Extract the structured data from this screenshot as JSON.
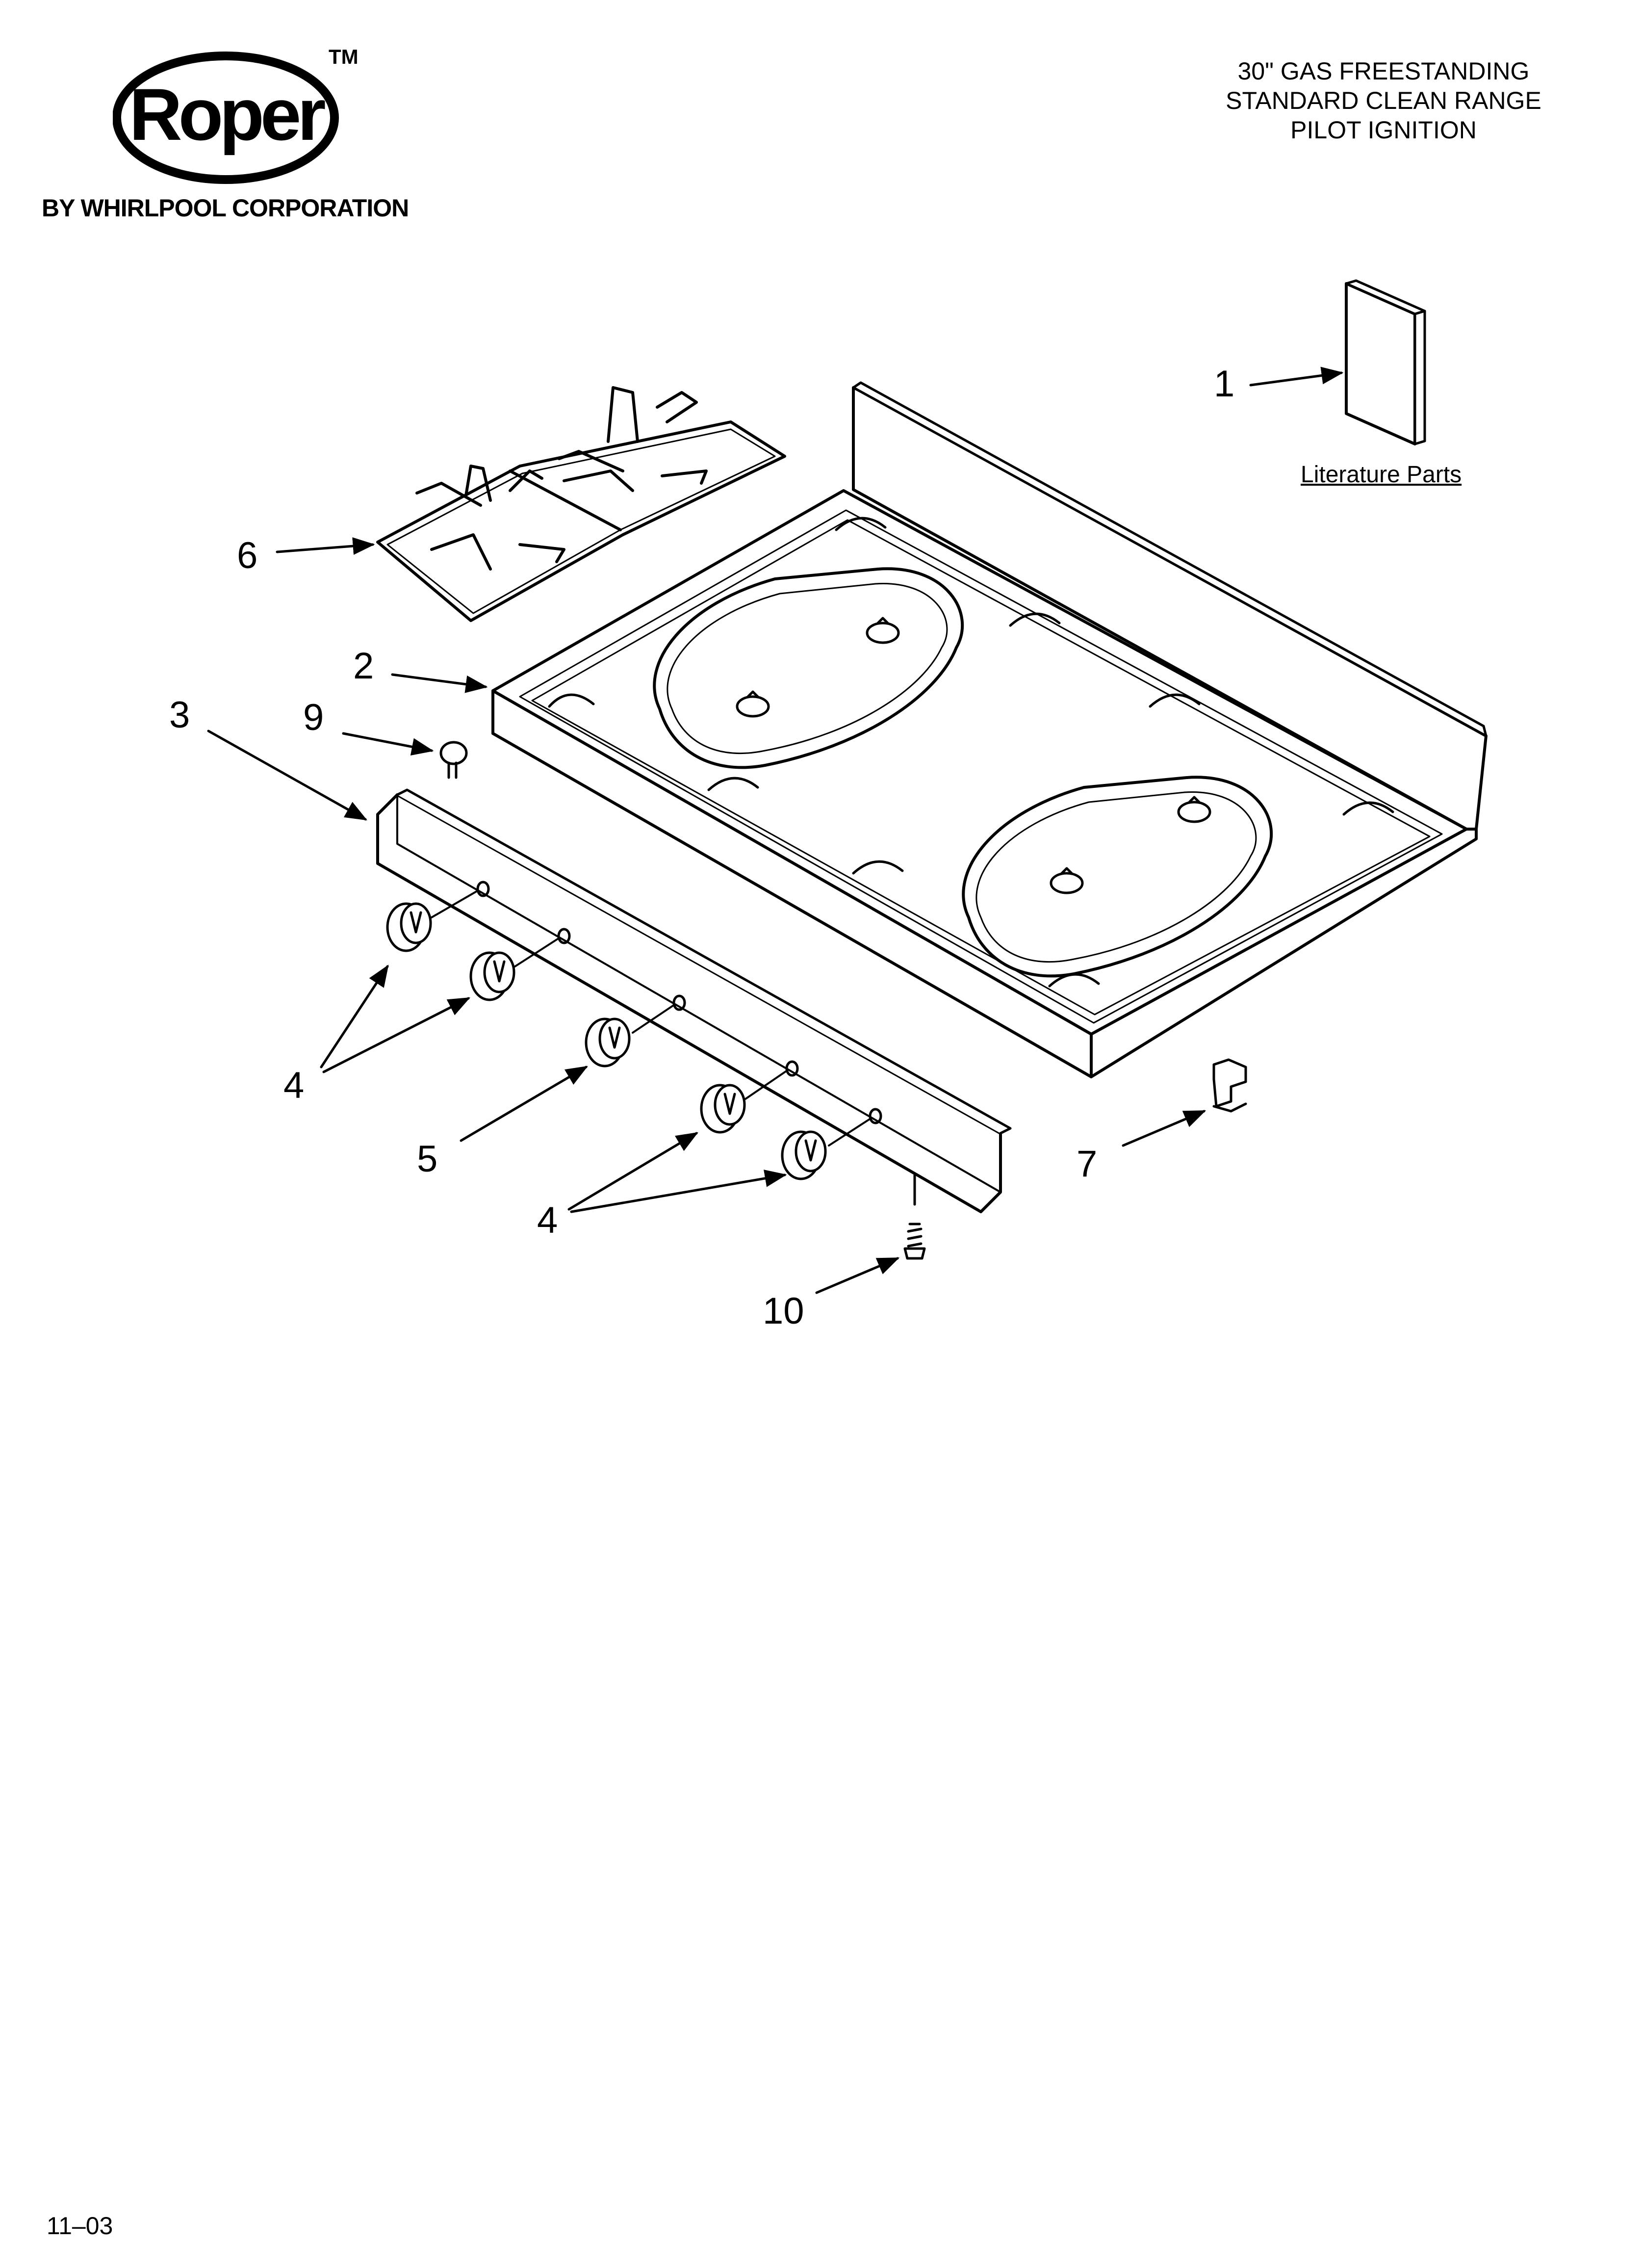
{
  "brand": {
    "logo_text": "Roper",
    "trademark": "TM",
    "byline": "BY WHIRLPOOL CORPORATION"
  },
  "header": {
    "title_line1": "30\" GAS FREESTANDING",
    "title_line2": "STANDARD CLEAN RANGE",
    "title_line3": "PILOT IGNITION"
  },
  "callouts": {
    "c1": "1",
    "c2": "2",
    "c3": "3",
    "c4a": "4",
    "c4b": "4",
    "c5": "5",
    "c6": "6",
    "c7": "7",
    "c9": "9",
    "c10": "10"
  },
  "literature": {
    "label": "Literature Parts"
  },
  "footer": {
    "date_code": "11–03"
  }
}
